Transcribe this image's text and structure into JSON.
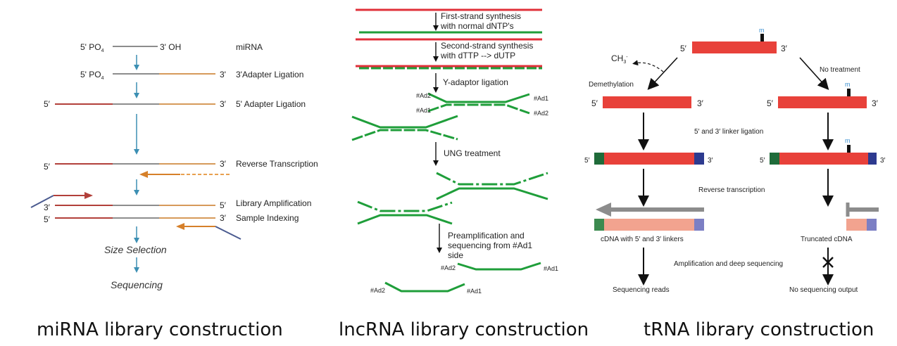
{
  "mirna": {
    "label_5po4": "5' PO",
    "sub4": "4",
    "label_3oh": "3' OH",
    "label_mirna": "miRNA",
    "label_3": "3'",
    "label_5p": "5′",
    "label_3p": "3′",
    "step_3adapter": "3'Adapter Ligation",
    "step_5adapter": "5' Adapter Ligation",
    "step_rt": "Reverse Transcription",
    "step_amp": "Library Amplification",
    "step_index": "Sample Indexing",
    "label_5prime": "5'",
    "size_selection": "Size Selection",
    "sequencing": "Sequencing"
  },
  "lncrna": {
    "step1a": "First-strand synthesis",
    "step1b": "with normal dNTP's",
    "step2a": "Second-strand synthesis",
    "step2b": "with dTTP --> dUTP",
    "step3": "Y-adaptor ligation",
    "ad1": "#Ad1",
    "ad2": "#Ad2",
    "step4": "UNG treatment",
    "step5a": "Preamplification and",
    "step5b": "sequencing from #Ad1",
    "step5c": "side"
  },
  "trna": {
    "m": "m",
    "p5": "5′",
    "p3": "3′",
    "ch3": "CH",
    "ch3_sub": "3",
    "ch3_sup": "-",
    "demethylation": "Demethylation",
    "no_treatment": "No treatment",
    "linker_ligation": "5′ and 3′ linker ligation",
    "rt": "Reverse transcription",
    "cdna_linkers": "cDNA with 5′ and 3′ linkers",
    "truncated": "Truncated cDNA",
    "amp_seq": "Amplification and deep sequencing",
    "reads": "Sequencing reads",
    "no_output": "No sequencing output"
  },
  "captions": {
    "mirna": "miRNA library construction",
    "lncrna": "lncRNA library construction",
    "trna": "tRNA library construction"
  },
  "colors": {
    "red_strand": "#b2403a",
    "gray_strand": "#8d8d8d",
    "orange_strand": "#d69a5a",
    "teal_arrow": "#3c8fb3",
    "green_strand": "#1f9e3a",
    "lnc_red": "#e0303a",
    "trna_red": "#e8413a",
    "trna_green": "#1f6b3a",
    "trna_blue": "#2d3a8f"
  }
}
